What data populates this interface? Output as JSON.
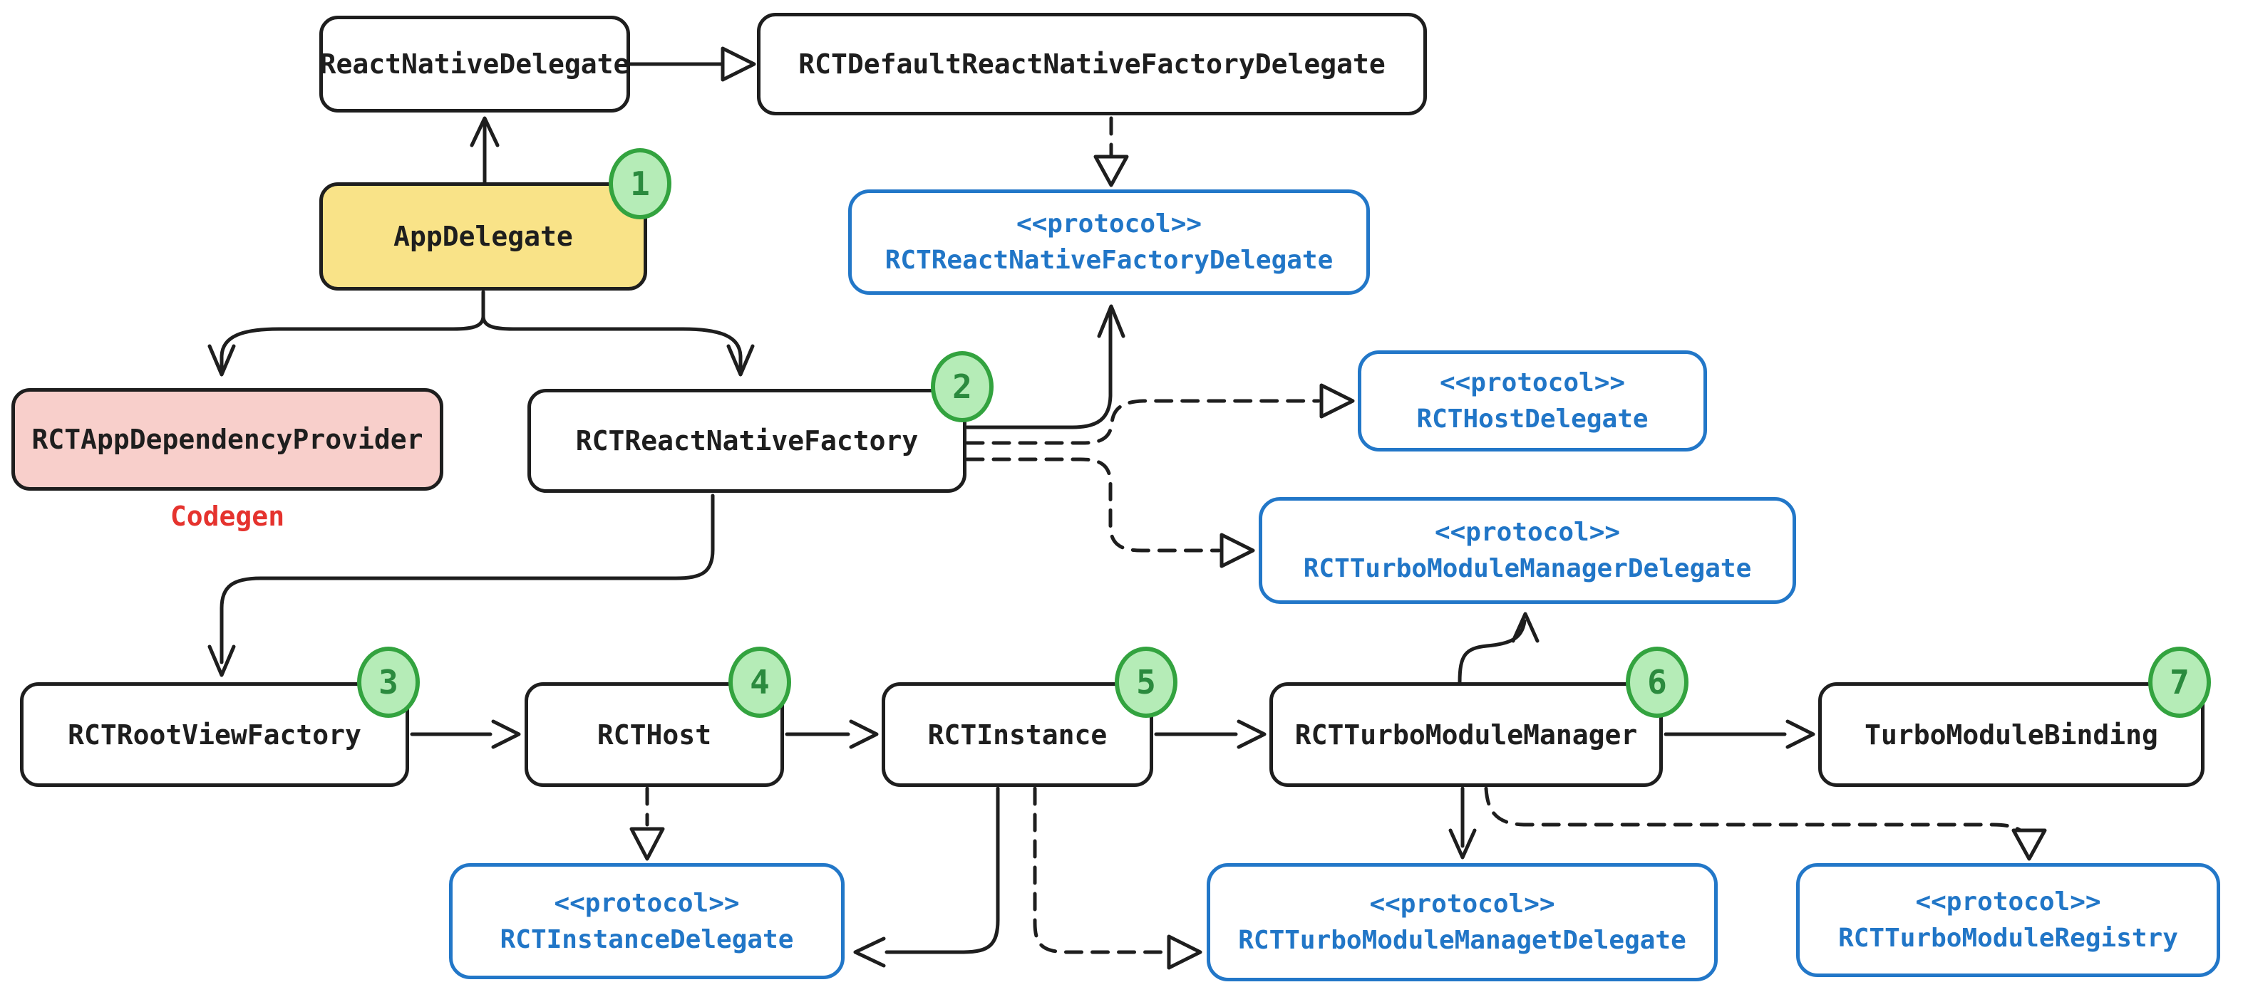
{
  "stereotype": "<<protocol>>",
  "nodes": [
    {
      "label": "ReactNativeDelegate"
    },
    {
      "label": "RCTDefaultReactNativeFactoryDelegate"
    },
    {
      "label": "AppDelegate",
      "badge": "1"
    },
    {
      "label": "RCTAppDependencyProvider"
    },
    {
      "label": "RCTReactNativeFactory",
      "badge": "2"
    },
    {
      "label": "RCTRootViewFactory",
      "badge": "3"
    },
    {
      "label": "RCTHost",
      "badge": "4"
    },
    {
      "label": "RCTInstance",
      "badge": "5"
    },
    {
      "label": "RCTTurboModuleManager",
      "badge": "6"
    },
    {
      "label": "TurboModuleBinding",
      "badge": "7"
    }
  ],
  "protocols": [
    {
      "name": "RCTReactNativeFactoryDelegate"
    },
    {
      "name": "RCTHostDelegate"
    },
    {
      "name": "RCTTurboModuleManagerDelegate"
    },
    {
      "name": "RCTInstanceDelegate"
    },
    {
      "name": "RCTTurboModuleManagetDelegate"
    },
    {
      "name": "RCTTurboModuleRegistry"
    }
  ],
  "annotations": {
    "codegen": "Codegen"
  },
  "colors": {
    "ink": "#1e1e1e",
    "yellow_fill": "#f9e388",
    "pink_fill": "#f8cfcb",
    "badge_fill": "#b5ecb7",
    "badge_stroke": "#33a33f",
    "badge_text": "#2b8a3e",
    "protocol_blue": "#2277c8",
    "codegen_red": "#e5332e",
    "background": "#ffffff"
  }
}
